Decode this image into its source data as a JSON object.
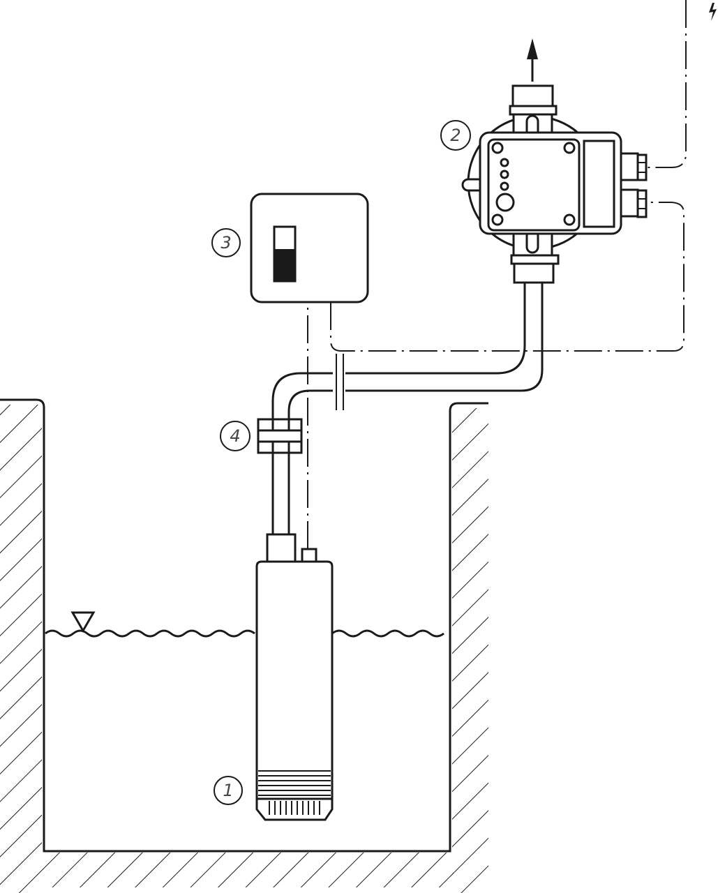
{
  "diagram": {
    "labels": {
      "pump": "1",
      "controller": "2",
      "switch_box": "3",
      "coupling": "4"
    },
    "icons": [
      "power-lightning-icon",
      "flow-arrow-up-icon",
      "water-level-triangle-icon"
    ],
    "colors": {
      "line": "#1a1a1a",
      "background": "#ffffff"
    }
  }
}
